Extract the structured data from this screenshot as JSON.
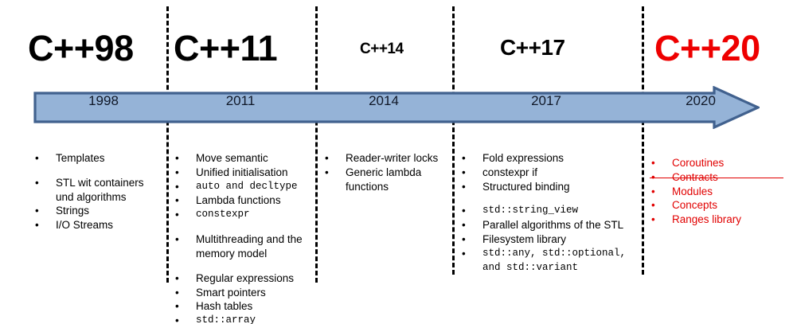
{
  "colors": {
    "accent_red": "#EE0000",
    "arrow_fill": "#95B3D7",
    "arrow_border": "#41618E",
    "divider": "#000000",
    "text": "#000000"
  },
  "eras": [
    {
      "title": "C++98",
      "year": "1998"
    },
    {
      "title": "C++11",
      "year": "2011"
    },
    {
      "title": "C++14",
      "year": "2014"
    },
    {
      "title": "C++17",
      "year": "2017"
    },
    {
      "title": "C++20",
      "year": "2020"
    }
  ],
  "columns": {
    "cpp98": {
      "items": [
        {
          "text": "Templates"
        },
        {
          "text": "STL wit containers"
        },
        {
          "text": "und algorithms"
        },
        {
          "text": "Strings"
        },
        {
          "text": "I/O Streams"
        }
      ]
    },
    "cpp11": {
      "items": [
        {
          "text": "Move semantic"
        },
        {
          "text": "Unified initialisation"
        },
        {
          "text": "auto and decltype"
        },
        {
          "text": "Lambda functions"
        },
        {
          "text": "constexpr"
        },
        {
          "text": "Multithreading and the"
        },
        {
          "text": "memory model"
        },
        {
          "text": "Regular expressions"
        },
        {
          "text": "Smart pointers"
        },
        {
          "text": "Hash tables"
        },
        {
          "text": "std::array"
        }
      ]
    },
    "cpp14": {
      "items": [
        {
          "text": "Reader-writer locks"
        },
        {
          "text": "Generic lambda"
        },
        {
          "text": "functions"
        }
      ]
    },
    "cpp17": {
      "items": [
        {
          "text": "Fold expressions"
        },
        {
          "text": "constexpr if"
        },
        {
          "text": "Structured binding"
        },
        {
          "text": "std::string_view"
        },
        {
          "text": "Parallel algorithms of the STL"
        },
        {
          "text": "Filesystem library"
        },
        {
          "text": "std::any, std::optional,"
        },
        {
          "text": "and std::variant"
        }
      ]
    },
    "cpp20": {
      "items": [
        {
          "text": "Coroutines"
        },
        {
          "text": "Contracts"
        },
        {
          "text": "Modules"
        },
        {
          "text": "Concepts"
        },
        {
          "text": "Ranges library"
        }
      ]
    }
  },
  "bullet_glyph": "•"
}
